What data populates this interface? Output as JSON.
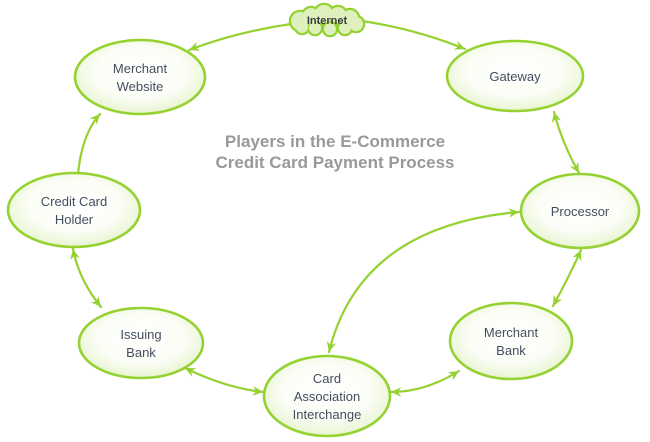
{
  "diagram": {
    "title_line1": "Players in the E-Commerce",
    "title_line2": "Credit Card Payment Process"
  },
  "nodes": {
    "internet": {
      "label": "Internet",
      "shape": "cloud"
    },
    "merchant_website": {
      "lines": [
        "Merchant",
        "Website"
      ]
    },
    "gateway": {
      "lines": [
        "Gateway"
      ]
    },
    "credit_card_holder": {
      "lines": [
        "Credit Card",
        "Holder"
      ]
    },
    "processor": {
      "lines": [
        "Processor"
      ]
    },
    "issuing_bank": {
      "lines": [
        "Issuing",
        "Bank"
      ]
    },
    "merchant_bank": {
      "lines": [
        "Merchant",
        "Bank"
      ]
    },
    "card_association_interchange": {
      "lines": [
        "Card",
        "Association",
        "Interchange"
      ]
    }
  },
  "connections": [
    {
      "from": "Internet",
      "to": "Merchant Website",
      "arrows": "one-way"
    },
    {
      "from": "Internet",
      "to": "Gateway",
      "arrows": "one-way"
    },
    {
      "from": "Credit Card Holder",
      "to": "Merchant Website",
      "arrows": "one-way"
    },
    {
      "from": "Credit Card Holder",
      "to": "Issuing Bank",
      "arrows": "two-way"
    },
    {
      "from": "Gateway",
      "to": "Processor",
      "arrows": "two-way"
    },
    {
      "from": "Processor",
      "to": "Merchant Bank",
      "arrows": "two-way"
    },
    {
      "from": "Issuing Bank",
      "to": "Card Association Interchange",
      "arrows": "two-way"
    },
    {
      "from": "Merchant Bank",
      "to": "Card Association Interchange",
      "arrows": "two-way"
    },
    {
      "from": "Card Association Interchange",
      "to": "Processor",
      "arrows": "two-way"
    }
  ],
  "colors": {
    "accent_green": "#95d231",
    "node_fill_edge": "#e0f2c2",
    "node_fill_center": "#ffffff",
    "cloud_fill": "#ddf0bd",
    "node_text": "#454e5f",
    "title_text": "#97999b",
    "background": "#ffffff"
  }
}
